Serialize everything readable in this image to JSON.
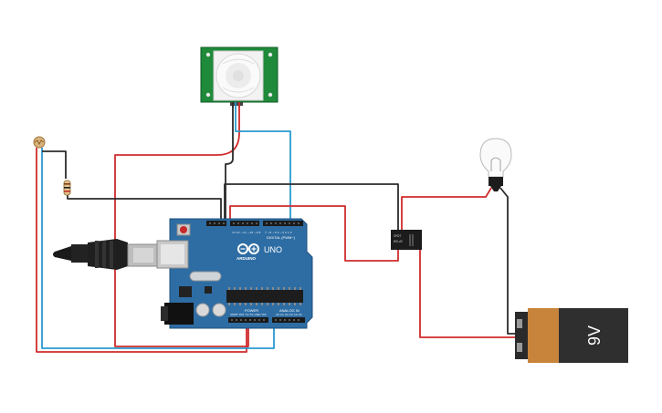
{
  "arduino": {
    "brand": "ARDUINO",
    "model": "UNO",
    "digital_label": "DIGITAL (PWM~)",
    "power_label": "POWER",
    "analog_label": "ANALOG IN"
  },
  "battery": {
    "label": "9V"
  },
  "colors": {
    "board": "#2e6da4",
    "wire_red": "#d02b2b",
    "wire_blue": "#2a9ad0",
    "wire_black": "#2b2b2b",
    "pir_board": "#1f8a3a",
    "battery_body": "#2f2f2f",
    "battery_cap": "#c8843a"
  },
  "icons": [
    "pir-sensor-icon",
    "photoresistor-icon",
    "resistor-icon",
    "usb-plug-icon",
    "relay-icon",
    "light-bulb-icon",
    "battery-icon"
  ]
}
